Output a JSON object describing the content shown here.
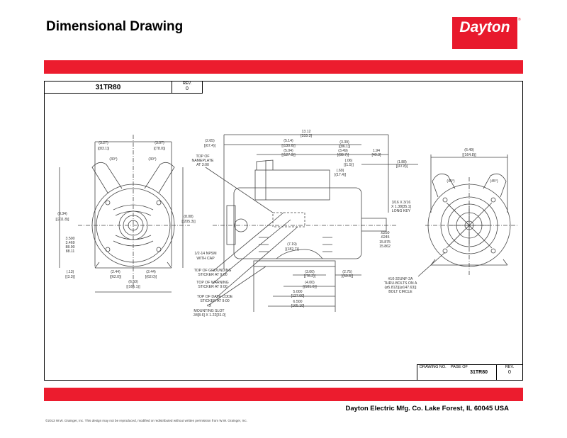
{
  "header": {
    "title": "Dimensional Drawing",
    "logo": "Dayton",
    "logo_mark": "®"
  },
  "title_row": {
    "drawing_number": "31TR80",
    "rev_label": "REV.",
    "rev_value": "0"
  },
  "title_block": {
    "drawing_no_label": "DRAWING NO.",
    "page_of_label": "PAGE  OF",
    "drawing_no": "31TR80",
    "rev_label": "REV.",
    "rev_value": "0"
  },
  "footer": {
    "company": "Dayton Electric Mfg. Co.  Lake Forest, IL  60045  USA",
    "copyright": "©2013 W.W. Grainger, Inc.   This design may not be reproduced, modified or redistributed without written permission from W.W. Grainger, Inc."
  },
  "colors": {
    "brand_red": "#e8192c"
  },
  "drawing": {
    "labels": [
      "(3.27)",
      "[(83.1)]",
      "(3.07)",
      "[(78.0)]",
      "(30°)",
      "(30°)",
      "(8.34)",
      "[(211.8)]",
      "(8.08)",
      "[(205.3)]",
      "3.500",
      "3.469",
      "88.90",
      "88.11",
      "(.13)",
      "[(3.3)]",
      "(2.44)",
      "[(62.0)]",
      "(2.44)",
      "[(62.0)]",
      "(6.50)",
      "[(165.1)]",
      "13.12",
      "[333.3]",
      "(2.65)",
      "[(67.4)]",
      "(5.14)",
      "[(130.6)]",
      "(3.39)",
      "[(86.1)]",
      "(5.04)",
      "[(127.9)]",
      "(3.49)",
      "[(88.7)]",
      "1.94",
      "[49.3]",
      "(.06)",
      "[(1.5)]",
      "(1.88)",
      "[(47.8)]",
      "(.69)",
      "[(17.4)]",
      "TOP OF",
      "NAMEPLATE",
      "AT 3:00",
      "3/16 X 3/16",
      "X 1.38[35.1]",
      "LONG KEY",
      ".6250",
      ".6245",
      "15.875",
      "15.862",
      "1/2-14 NPSM",
      "WITH CAP",
      "(7.19)",
      "[(182.7)]",
      "TOP OF GROUNDING",
      "STICKER AT 9:00",
      "(3.00)",
      "[(76.2)]",
      "(2.75)",
      "[(69.8)]",
      "TOP OF WARNING",
      "STICKER AT 9:00",
      "(4.00)",
      "[(101.6)]",
      "TOP OF DATE CODE",
      "STICKER AT 9:00",
      "5.000",
      "[127.00]",
      "6.500",
      "[165.10]",
      "4X",
      "MOUNTING SLOT",
      ".34[8.6] X 1.22[31.0]",
      "(6.49)",
      "[(164.8)]",
      "(45°)",
      "(45°)",
      "#10-32UNF-2A",
      "THRU-BOLTS ON A",
      "(ø5.812)[(ø147.63)]",
      "BOLT CIRCLE"
    ]
  }
}
